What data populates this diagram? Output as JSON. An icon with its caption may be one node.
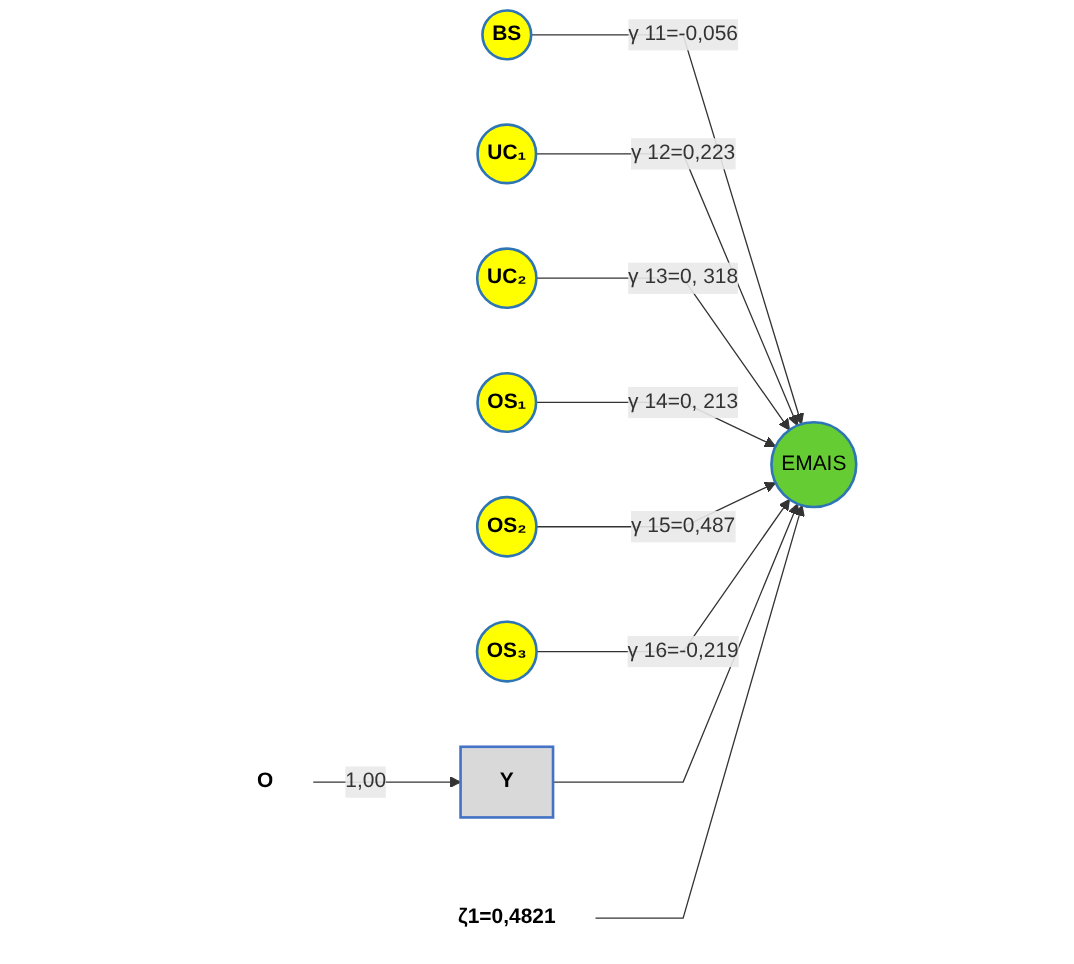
{
  "diagram": {
    "nodes": [
      {
        "text": [
          "BS"
        ]
      },
      {
        "text": [
          "UC₁"
        ]
      },
      {
        "text": [
          "UC₂"
        ]
      },
      {
        "text": [
          "OS₁"
        ]
      },
      {
        "text": [
          "OS₂"
        ]
      },
      {
        "text": [
          "OS₃"
        ]
      },
      {
        "text": [
          "O"
        ]
      },
      {
        "text": [
          "Y"
        ]
      },
      {
        "text": [
          "EMAIS"
        ]
      },
      {
        "text": [
          "ζ1=0,4821"
        ]
      }
    ],
    "edges": [
      {
        "from": 0,
        "to": 8,
        "arrow": "to",
        "label": "γ 11=-0,056"
      },
      {
        "from": 1,
        "to": 8,
        "arrow": "to",
        "label": "γ 12=0,223"
      },
      {
        "from": 2,
        "to": 8,
        "arrow": "to",
        "label": "γ 13=0, 318"
      },
      {
        "from": 3,
        "to": 8,
        "arrow": "to",
        "label": "γ 14=0, 213"
      },
      {
        "from": 4,
        "to": 8,
        "arrow": "to",
        "label": "γ 15=0,487"
      },
      {
        "from": 5,
        "to": 8,
        "arrow": "to",
        "label": "γ 16=-0,219"
      },
      {
        "from": 6,
        "to": 7,
        "arrow": "to",
        "label": "1,00"
      },
      {
        "from": 7,
        "to": 8,
        "arrow": "to"
      },
      {
        "from": 9,
        "to": 8,
        "arrow": "to"
      }
    ]
  }
}
